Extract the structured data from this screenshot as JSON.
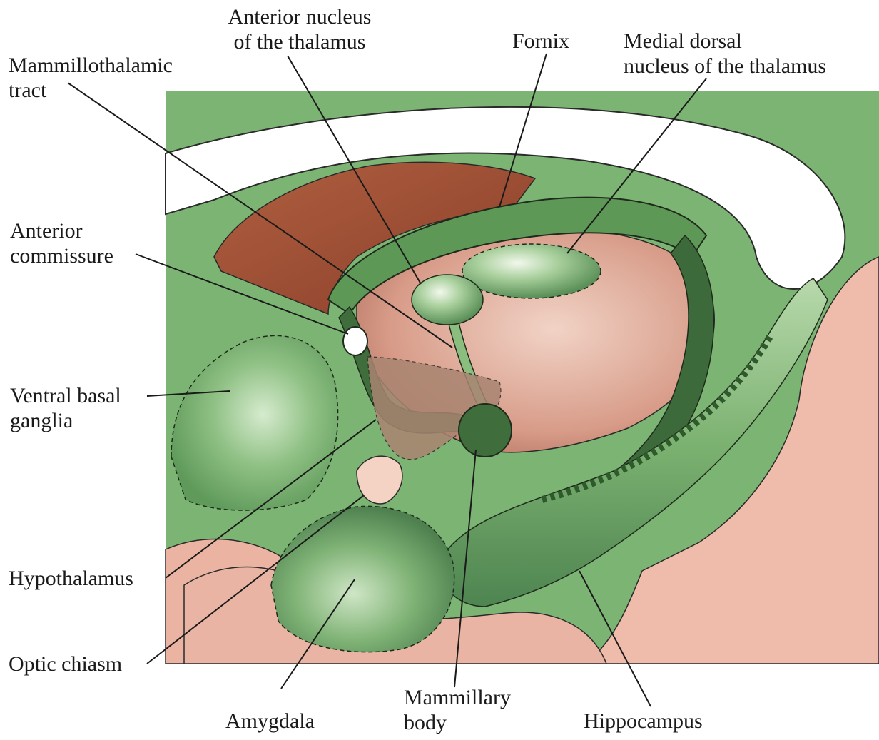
{
  "labels": {
    "anterior_nucleus": {
      "line1": "Anterior nucleus",
      "line2": "of the thalamus"
    },
    "fornix": {
      "line1": "Fornix"
    },
    "medial_dorsal": {
      "line1": "Medial dorsal",
      "line2": "nucleus of the thalamus"
    },
    "mammillothalamic": {
      "line1": "Mammillothalamic",
      "line2": "tract"
    },
    "anterior_commissure": {
      "line1": "Anterior",
      "line2": "commissure"
    },
    "ventral_basal_ganglia": {
      "line1": "Ventral basal",
      "line2": "ganglia"
    },
    "hypothalamus": {
      "line1": "Hypothalamus"
    },
    "optic_chiasm": {
      "line1": "Optic chiasm"
    },
    "amygdala": {
      "line1": "Amygdala"
    },
    "mammillary_body": {
      "line1": "Mammillary",
      "line2": "body"
    },
    "hippocampus": {
      "line1": "Hippocampus"
    }
  },
  "colors": {
    "brain_green": "#6faa6a",
    "dark_green": "#3f6e3c",
    "light_green": "#a9cf9c",
    "thalamus_pink": "#e7b3a3",
    "brown": "#9c4f36",
    "cortex_pink": "#f0c0b0",
    "outline": "#1f2a1c"
  }
}
